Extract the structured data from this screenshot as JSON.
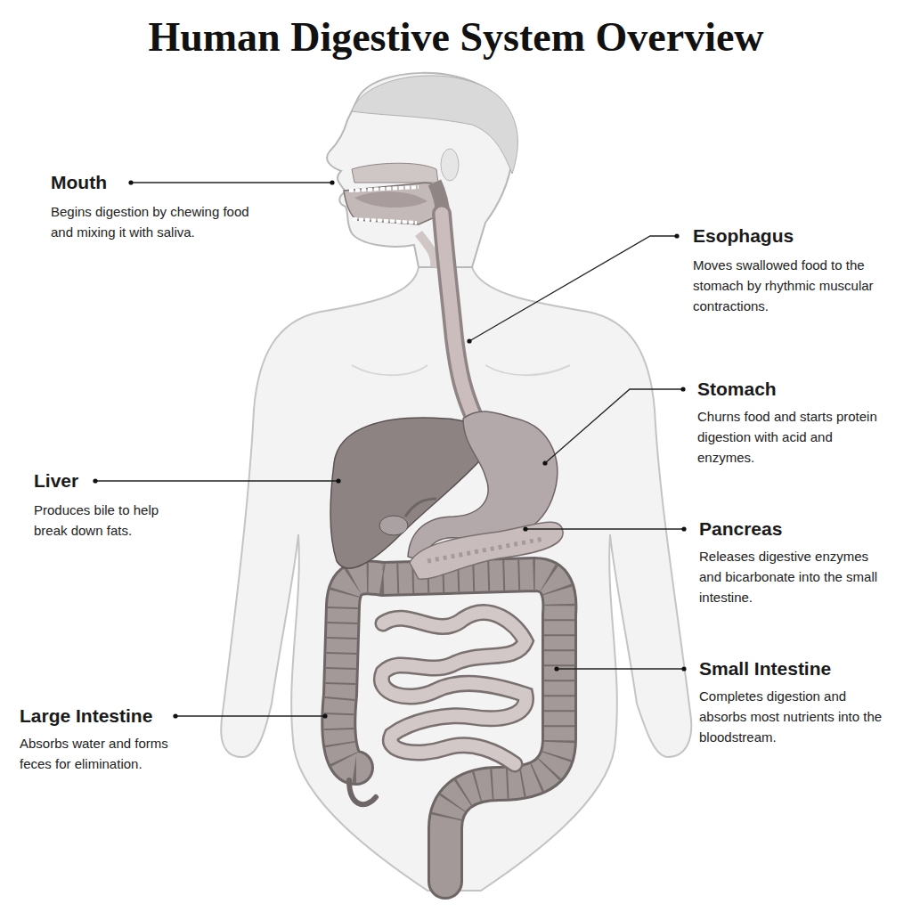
{
  "diagram": {
    "title": "Human Digestive System Overview",
    "labels": [
      "Mouth",
      "Begins digestion by chewing food and mixing it with saliva.",
      "Esophagus",
      "Moves swallowed food to the stomach by rhythmic muscular contractions.",
      "Stomach",
      "Churns food and starts protein digestion with acid and enzymes.",
      "Liver",
      "Produces bile to help break down fats.",
      "Pancreas",
      "Releases digestive enzymes and bicarbonate into the small intestine.",
      "Small Intestine",
      "Completes digestion and absorbs most nutrients into the bloodstream.",
      "Large Intestine",
      "Absorbs water and forms feces for elimination."
    ]
  }
}
